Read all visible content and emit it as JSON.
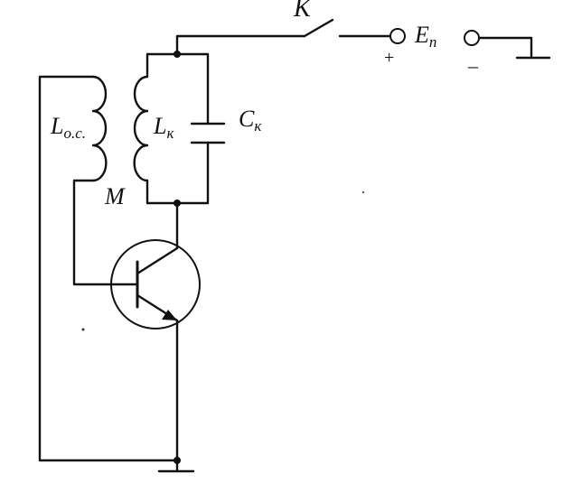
{
  "labels": {
    "switch": "K",
    "supply": "E",
    "supply_sub": "п",
    "feedback_coil": "L",
    "feedback_coil_sub": "о.с.",
    "tank_coil": "L",
    "tank_coil_sub": "к",
    "tank_cap": "C",
    "tank_cap_sub": "к",
    "mutual": "M",
    "plus": "+",
    "minus": "–"
  },
  "colors": {
    "ink": "#111111",
    "background": "#ffffff"
  }
}
